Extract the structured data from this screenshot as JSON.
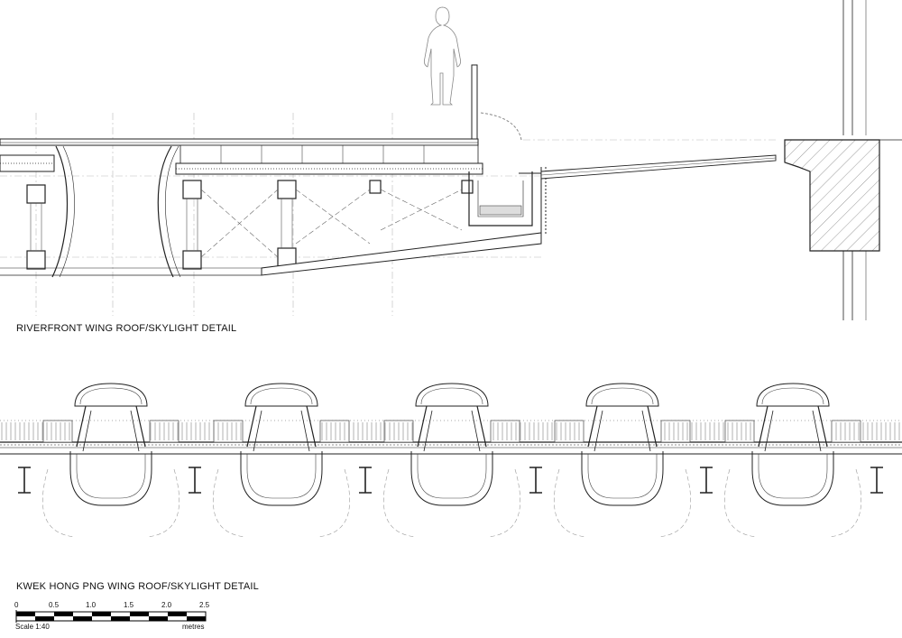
{
  "drawing": {
    "section_top_title": "RIVERFRONT WING ROOF/SKYLIGHT DETAIL",
    "section_bottom_title": "KWEK HONG PNG WING ROOF/SKYLIGHT DETAIL"
  },
  "scale_bar": {
    "ticks": [
      "0",
      "0.5",
      "1.0",
      "1.5",
      "2.0",
      "2.5"
    ],
    "scale_label": "Scale 1:40",
    "units_label": "metres"
  }
}
